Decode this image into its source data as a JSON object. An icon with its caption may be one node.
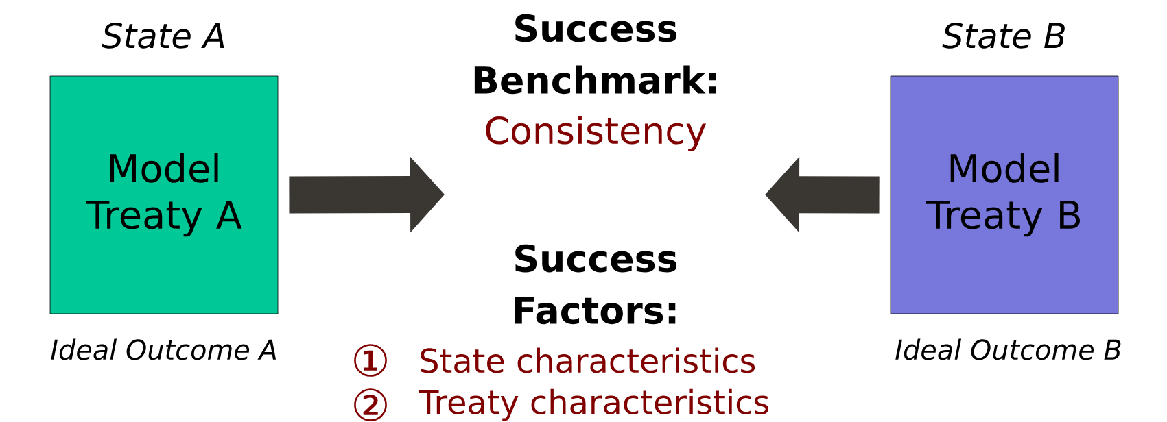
{
  "diagram": {
    "nodes": [
      {
        "text": [
          "*State A*",
          "Model Treaty A"
        ],
        "beside": [
          "*Ideal Outcome A*"
        ]
      },
      {
        "text": [
          "*State B*",
          "Model Treaty B"
        ],
        "beside": [
          "*Ideal Outcome B*"
        ]
      }
    ],
    "edges": [
      {
        "from": 0,
        "to": null,
        "arrow": "to"
      },
      {
        "from": 1,
        "to": null,
        "arrow": "to"
      }
    ],
    "labels": [
      "Success Benchmark:",
      "Consistency",
      "Success Factors:",
      "①",
      "State characteristics",
      "②",
      "Treaty characteristics"
    ]
  }
}
